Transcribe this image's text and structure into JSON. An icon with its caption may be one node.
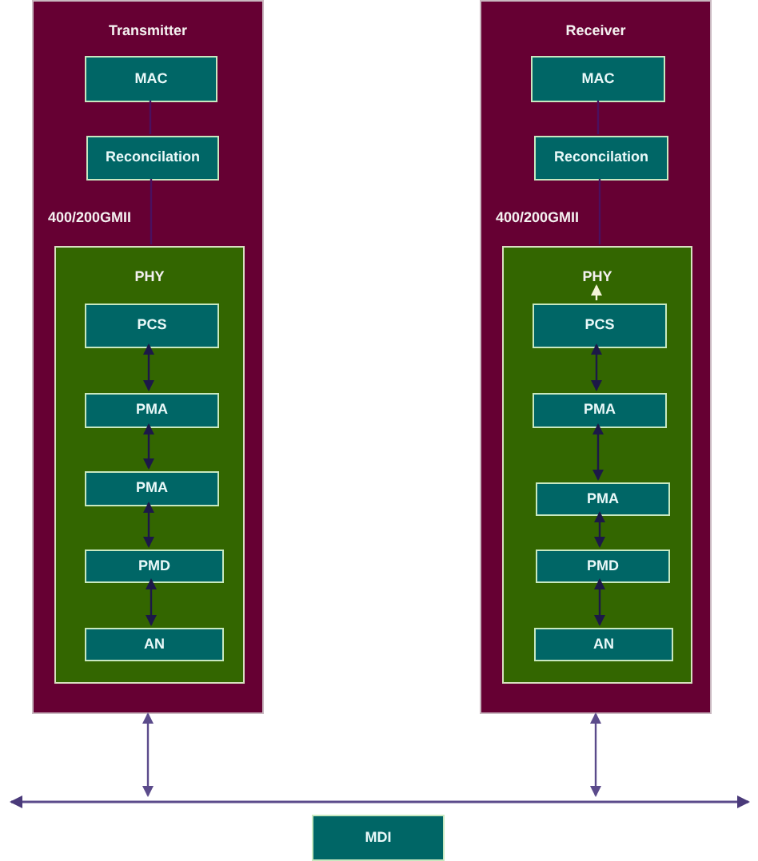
{
  "diagram": {
    "nodes": [
      {
        "text": [
          "Transmitter"
        ]
      },
      {
        "text": [
          "MAC"
        ],
        "in": 0
      },
      {
        "text": [
          "Reconcilation"
        ],
        "in": 0
      },
      {
        "text": [
          "PHY"
        ],
        "in": 0
      },
      {
        "text": [
          "PCS"
        ],
        "in": 3
      },
      {
        "text": [
          "PMA"
        ],
        "in": 3
      },
      {
        "text": [
          "PMA"
        ],
        "in": 3
      },
      {
        "text": [
          "PMD"
        ],
        "in": 3
      },
      {
        "text": [
          "AN"
        ],
        "in": 3
      },
      {
        "text": [
          "Receiver"
        ]
      },
      {
        "text": [
          "MAC"
        ],
        "in": 9
      },
      {
        "text": [
          "Reconcilation"
        ],
        "in": 9
      },
      {
        "text": [
          "PHY"
        ],
        "in": 9
      },
      {
        "text": [
          "PCS"
        ],
        "in": 12
      },
      {
        "text": [
          "PMA"
        ],
        "in": 12
      },
      {
        "text": [
          "PMA"
        ],
        "in": 12
      },
      {
        "text": [
          "PMD"
        ],
        "in": 12
      },
      {
        "text": [
          "AN"
        ],
        "in": 12
      },
      {
        "text": [],
        "shape": "bar"
      },
      {
        "text": [
          "MDI"
        ]
      }
    ],
    "edges": [
      {
        "from": 1,
        "to": 2,
        "arrow": "none",
        "color": "#4a1060"
      },
      {
        "from": 2,
        "to": 3,
        "arrow": "none",
        "color": "#4a1060"
      },
      {
        "from": 4,
        "to": 5,
        "arrow": "both"
      },
      {
        "from": 5,
        "to": 6,
        "arrow": "both"
      },
      {
        "from": 6,
        "to": 7,
        "arrow": "both"
      },
      {
        "from": 7,
        "to": 8,
        "arrow": "both"
      },
      {
        "from": 10,
        "to": 11,
        "arrow": "none",
        "color": "#4a1060"
      },
      {
        "from": 11,
        "to": 12,
        "arrow": "none",
        "color": "#4a1060"
      },
      {
        "from": 13,
        "to": 12,
        "arrow": "to",
        "color": "#f4f4d8"
      },
      {
        "from": 13,
        "to": 14,
        "arrow": "both"
      },
      {
        "from": 14,
        "to": 15,
        "arrow": "both"
      },
      {
        "from": 15,
        "to": 16,
        "arrow": "both"
      },
      {
        "from": 16,
        "to": 17,
        "arrow": "both"
      },
      {
        "from": 0,
        "to": 18,
        "arrow": "both",
        "color": "#5b4b8b"
      },
      {
        "from": 9,
        "to": 18,
        "arrow": "both",
        "color": "#5b4b8b"
      }
    ],
    "labels": [
      "400/200GMII",
      "400/200GMII"
    ]
  }
}
